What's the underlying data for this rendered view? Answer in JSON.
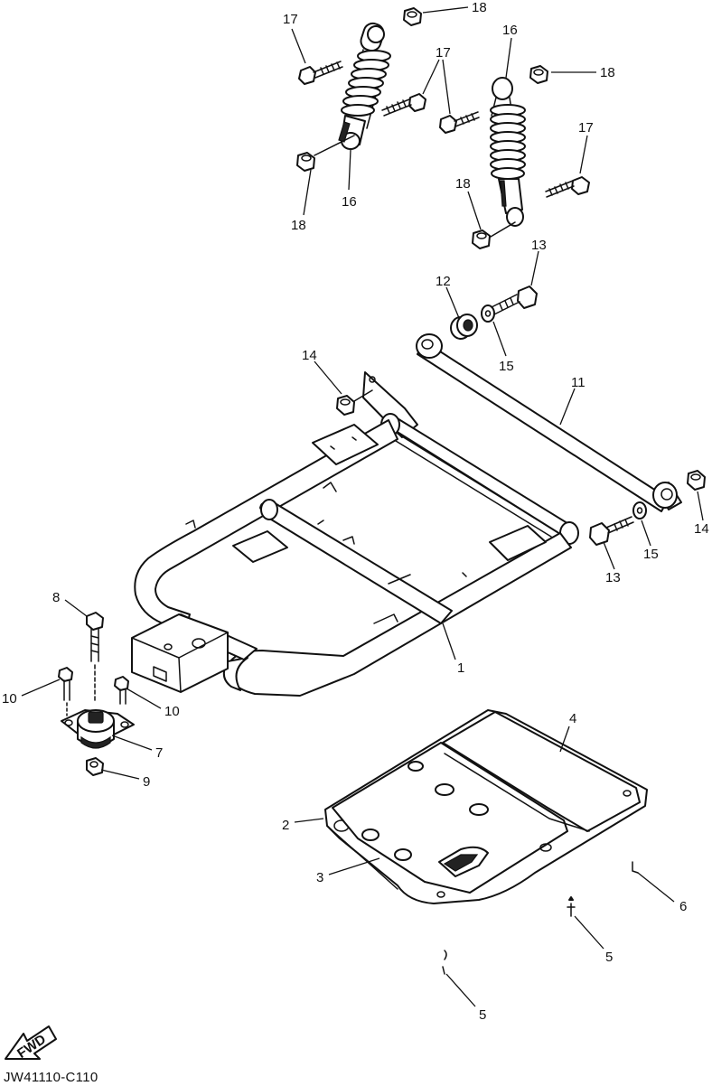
{
  "diagram": {
    "reference_code": "JW41110-C110",
    "direction_label": "FWD",
    "callouts": [
      {
        "id": "c17a",
        "text": "17"
      },
      {
        "id": "c18a",
        "text": "18"
      },
      {
        "id": "c17b",
        "text": "17"
      },
      {
        "id": "c16a",
        "text": "16"
      },
      {
        "id": "c18b",
        "text": "18"
      },
      {
        "id": "c18c",
        "text": "18"
      },
      {
        "id": "c16b",
        "text": "16"
      },
      {
        "id": "c17c",
        "text": "17"
      },
      {
        "id": "c18d",
        "text": "18"
      },
      {
        "id": "c13a",
        "text": "13"
      },
      {
        "id": "c12",
        "text": "12"
      },
      {
        "id": "c15a",
        "text": "15"
      },
      {
        "id": "c14a",
        "text": "14"
      },
      {
        "id": "c11",
        "text": "11"
      },
      {
        "id": "c14b",
        "text": "14"
      },
      {
        "id": "c15b",
        "text": "15"
      },
      {
        "id": "c13b",
        "text": "13"
      },
      {
        "id": "c8",
        "text": "8"
      },
      {
        "id": "c1",
        "text": "1"
      },
      {
        "id": "c10a",
        "text": "10"
      },
      {
        "id": "c10b",
        "text": "10"
      },
      {
        "id": "c7",
        "text": "7"
      },
      {
        "id": "c9",
        "text": "9"
      },
      {
        "id": "c4",
        "text": "4"
      },
      {
        "id": "c2",
        "text": "2"
      },
      {
        "id": "c3",
        "text": "3"
      },
      {
        "id": "c6",
        "text": "6"
      },
      {
        "id": "c5a",
        "text": "5"
      },
      {
        "id": "c5b",
        "text": "5"
      }
    ]
  }
}
